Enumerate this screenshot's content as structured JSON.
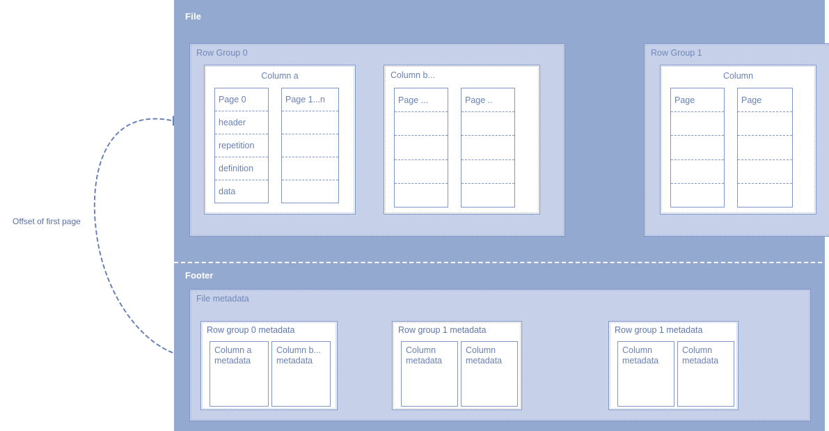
{
  "annotation": {
    "offset_label": "Offset of first page"
  },
  "file": {
    "title": "File",
    "footer_title": "Footer",
    "row_groups": [
      {
        "label": "Row Group 0",
        "columns": [
          {
            "label": "Column a",
            "label_align": "center",
            "pages": [
              {
                "label": "Page 0",
                "segments": [
                  "Page 0",
                  "header",
                  "repetition",
                  "definition",
                  "data"
                ]
              },
              {
                "label": "Page 1...n",
                "segments": [
                  "Page 1...n",
                  "",
                  "",
                  "",
                  ""
                ]
              }
            ]
          },
          {
            "label": "Column b...",
            "label_align": "left",
            "pages": [
              {
                "label": "Page ...",
                "segments": [
                  "Page ...",
                  "",
                  "",
                  "",
                  ""
                ]
              },
              {
                "label": "Page ..",
                "segments": [
                  "Page ..",
                  "",
                  "",
                  "",
                  ""
                ]
              }
            ]
          }
        ]
      },
      {
        "label": "Row Group 1",
        "columns": [
          {
            "label": "Column",
            "label_align": "center",
            "pages": [
              {
                "label": "Page",
                "segments": [
                  "Page",
                  "",
                  "",
                  "",
                  ""
                ]
              },
              {
                "label": "Page",
                "segments": [
                  "Page",
                  "",
                  "",
                  "",
                  ""
                ]
              }
            ]
          }
        ]
      }
    ],
    "file_metadata": {
      "label": "File metadata",
      "groups": [
        {
          "label": "Row group 0 metadata",
          "columns": [
            "Column a\nmetadata",
            "Column b...\nmetadata"
          ]
        },
        {
          "label": "Row group 1 metadata",
          "columns": [
            "Column\nmetadata",
            "Column\nmetadata"
          ]
        },
        {
          "label": "Row group 1 metadata",
          "columns": [
            "Column\nmetadata",
            "Column\nmetadata"
          ]
        }
      ]
    }
  },
  "colors": {
    "file_background": "#94a9d0",
    "panel_background": "#c6d1e9",
    "box_background": "#ffffff",
    "border": "#7f95c5",
    "text_blue": "#6b81b5",
    "text_white": "#ffffff"
  }
}
